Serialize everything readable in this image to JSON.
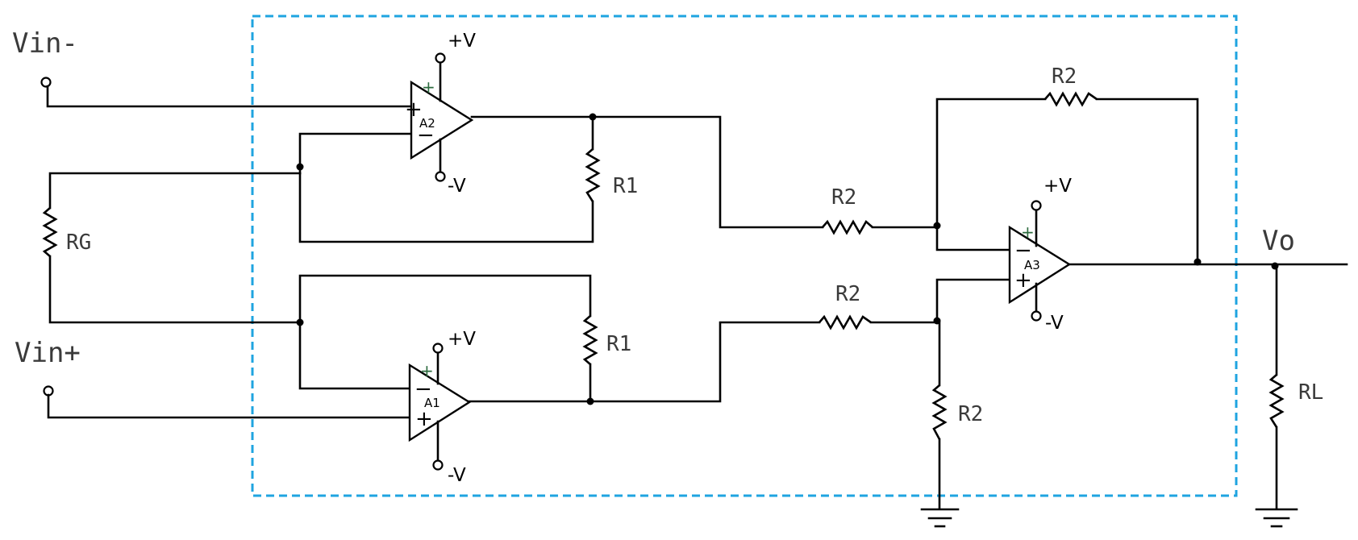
{
  "diagram": {
    "inputs": {
      "negative": "Vin-",
      "positive": "Vin+"
    },
    "output": "Vo",
    "supply": {
      "positive": "+V",
      "negative": "-V"
    },
    "amplifiers": {
      "a1": "A1",
      "a2": "A2",
      "a3": "A3"
    },
    "pin_signs": {
      "plus": "+",
      "minus": "−"
    },
    "resistors": {
      "rg": "RG",
      "r1_top": "R1",
      "r1_bottom": "R1",
      "r2_feedback": "R2",
      "r2_upper": "R2",
      "r2_lower": "R2",
      "r2_ground": "R2",
      "rl": "RL"
    },
    "colors": {
      "wire": "#000000",
      "boundary": "#1fa4e0",
      "text": "#3a3a3a"
    },
    "icons": [
      "opamp-triangle",
      "resistor-zigzag",
      "ground-symbol",
      "terminal-circle",
      "junction-dot"
    ]
  }
}
